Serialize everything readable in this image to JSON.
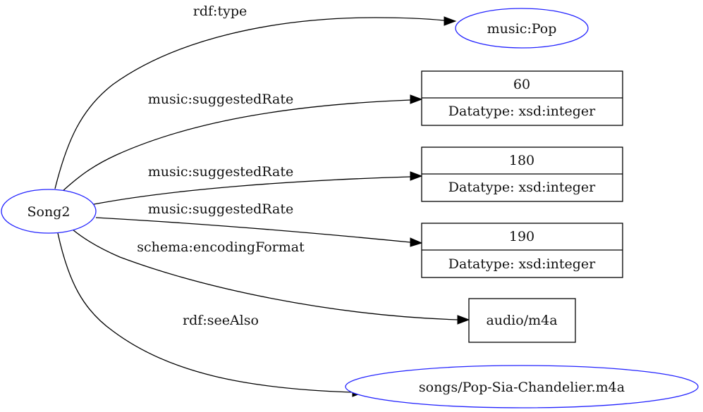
{
  "diagram": {
    "subject": {
      "label": "Song2"
    },
    "uri_nodes": {
      "type": "music:Pop",
      "see_also": "songs/Pop-Sia-Chandelier.m4a"
    },
    "literals": [
      {
        "value": "60",
        "datatype": "Datatype: xsd:integer"
      },
      {
        "value": "180",
        "datatype": "Datatype: xsd:integer"
      },
      {
        "value": "190",
        "datatype": "Datatype: xsd:integer"
      }
    ],
    "plain_literal": "audio/m4a",
    "edges": {
      "type": "rdf:type",
      "rate_1": "music:suggestedRate",
      "rate_2": "music:suggestedRate",
      "rate_3": "music:suggestedRate",
      "encoding": "schema:encodingFormat",
      "see_also": "rdf:seeAlso"
    },
    "colors": {
      "uri_stroke": "#2323ff",
      "edge": "#000000",
      "text": "#111111"
    }
  }
}
